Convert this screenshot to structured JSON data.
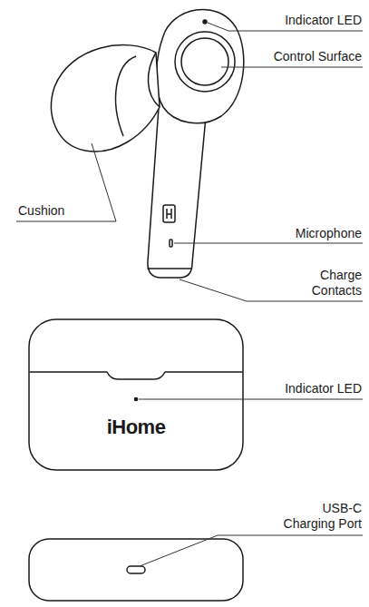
{
  "diagram": {
    "labels": [
      "Indicator LED",
      "Control Surface",
      "Cushion",
      "Microphone",
      "Charge Contacts",
      "Indicator LED",
      "iHome",
      "USB-C Charging Port"
    ]
  }
}
